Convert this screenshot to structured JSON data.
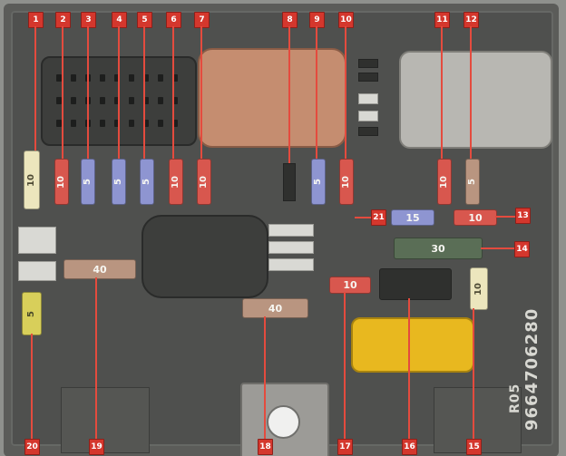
{
  "labels": {
    "l1": "1",
    "l2": "2",
    "l3": "3",
    "l4": "4",
    "l5": "5",
    "l6": "6",
    "l7": "7",
    "l8": "8",
    "l9": "9",
    "l10": "10",
    "l11": "11",
    "l12": "12",
    "l13": "13",
    "l14": "14",
    "l15": "15",
    "l16": "16",
    "l17": "17",
    "l18": "18",
    "l19": "19",
    "l20": "20",
    "l21": "21"
  },
  "fuses": {
    "f1": "10",
    "f2": "10",
    "f3": "5",
    "f4": "5",
    "f5": "5",
    "f6": "10",
    "f7": "10",
    "f8": "5",
    "f9": "10",
    "f10": "10",
    "f11": "5",
    "f12": "15",
    "f13": "10",
    "f14": "30",
    "f15": "10",
    "f16": "40",
    "f17": "40",
    "f18": "5",
    "f19": "10"
  },
  "part_number": {
    "line1": "9664706280",
    "line2": "R05"
  },
  "colors": {
    "housing": "#5b5c59",
    "label_red": "#d4372d",
    "fuse_red": "#d8574e",
    "fuse_blue": "#8e95d1",
    "fuse_tan": "#b99580",
    "fuse_green": "#5a6e56",
    "fuse_yellow": "#d8cf5a",
    "connector_tan": "#c58d70",
    "connector_grey": "#b8b7b2",
    "connector_yellow": "#e8b81f"
  }
}
